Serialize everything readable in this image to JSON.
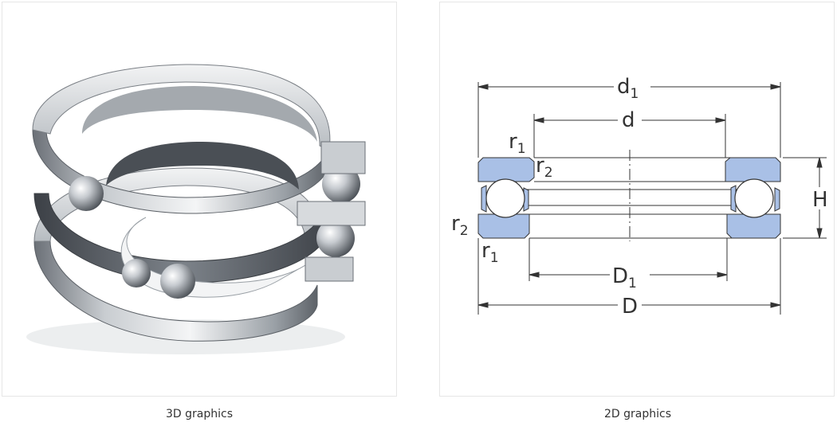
{
  "panels": {
    "left": {
      "caption": "3D graphics"
    },
    "right": {
      "caption": "2D graphics",
      "labels": {
        "d1_base": "d",
        "d1_sub": "1",
        "d": "d",
        "r1_top_base": "r",
        "r1_top_sub": "1",
        "r2_top_base": "r",
        "r2_top_sub": "2",
        "H": "H",
        "r2_left_base": "r",
        "r2_left_sub": "2",
        "r1_bottom_base": "r",
        "r1_bottom_sub": "1",
        "D1_base": "D",
        "D1_sub": "1",
        "D": "D"
      }
    }
  },
  "colors": {
    "washer_fill": "#a9c0e6",
    "line": "#333333",
    "panel_border": "#e6e6e6",
    "steel_light": "#e2e4e6",
    "steel_dark": "#5a5f66"
  }
}
